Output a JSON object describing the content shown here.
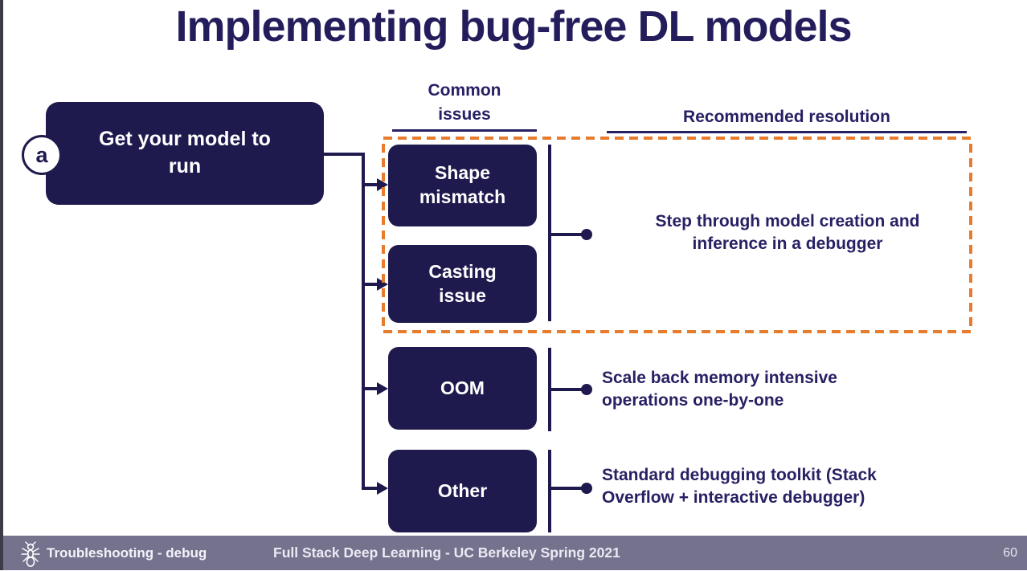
{
  "title": "Implementing bug-free DL models",
  "marker": {
    "label": "a"
  },
  "root_box": {
    "label": "Get your model to run"
  },
  "headers": {
    "issues": "Common issues",
    "resolution": "Recommended resolution"
  },
  "issues": [
    {
      "label": "Shape mismatch"
    },
    {
      "label": "Casting issue"
    },
    {
      "label": "OOM"
    },
    {
      "label": "Other"
    }
  ],
  "resolutions": [
    {
      "line1": "Step through model creation and",
      "line2": "inference in a debugger"
    },
    {
      "line1": "Scale back memory intensive",
      "line2": "operations one-by-one"
    },
    {
      "line1": "Standard debugging toolkit (Stack",
      "line2": "Overflow + interactive debugger)"
    }
  ],
  "footer": {
    "left": "Troubleshooting - debug",
    "center": "Full Stack Deep Learning - UC Berkeley Spring 2021",
    "page": "60"
  },
  "colors": {
    "navy": "#1f1a4e",
    "text_navy": "#272164",
    "accent_orange": "#e87c2e",
    "footer_bg": "#75728e"
  }
}
